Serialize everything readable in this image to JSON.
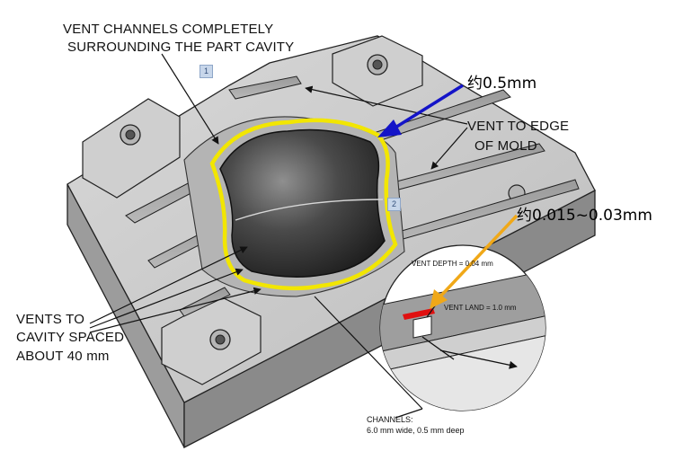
{
  "labels": {
    "vent_channels_line1": "VENT CHANNELS COMPLETELY",
    "vent_channels_line2": "SURROUNDING THE PART CAVITY",
    "vent_to_edge_line1": "VENT TO EDGE",
    "vent_to_edge_line2": "OF MOLD",
    "vents_to_cavity_line1": "VENTS TO",
    "vents_to_cavity_line2": "CAVITY SPACED",
    "vents_to_cavity_line3": "ABOUT 40 mm",
    "approx_05": "约0.5mm",
    "approx_0015": "约0.015~0.03mm",
    "vent_depth": "VENT DEPTH = 0.04 mm",
    "vent_land": "VENT LAND = 1.0 mm",
    "channels_line1": "CHANNELS:",
    "channels_line2": "6.0 mm wide, 0.5 mm deep"
  },
  "markers": [
    "1",
    "2"
  ],
  "colors": {
    "part_outline": "#f2e600",
    "blue_arrow": "#1414c8",
    "orange_arrow": "#f0a818",
    "vent_land_red": "#e01010",
    "mold_light": "#c9c9c9",
    "mold_mid": "#a8a8a8",
    "mold_dark": "#7c7c7c"
  }
}
